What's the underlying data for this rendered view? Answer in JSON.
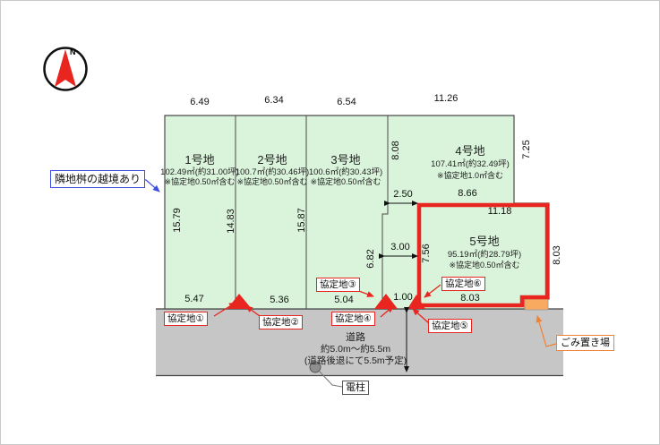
{
  "compass": {
    "north_label": "N"
  },
  "plots": [
    {
      "name": "1号地",
      "area": "102.49㎡(約31.00坪)",
      "note": "※協定地0.50㎡含む",
      "dim_top": "6.49",
      "dim_bottom": "5.47",
      "dim_left": "15.79"
    },
    {
      "name": "2号地",
      "area": "100.7㎡(約30.46坪)",
      "note": "※協定地0.50㎡含む",
      "dim_top": "6.34",
      "dim_bottom": "5.36",
      "dim_left": "14.83"
    },
    {
      "name": "3号地",
      "area": "100.6㎡(約30.43坪)",
      "note": "※協定地0.50㎡含む",
      "dim_top": "6.54",
      "dim_bottom": "5.04",
      "dim_left": "15.87"
    },
    {
      "name": "4号地",
      "area": "107.41㎡(約32.49坪)",
      "note": "※協定地1.0㎡含む",
      "dim_top": "11.26",
      "dim_bottom": "8.66",
      "dim_left": "8.08",
      "dim_right": "7.25"
    },
    {
      "name": "5号地",
      "area": "95.19㎡(約28.79坪)",
      "note": "※協定地0.50㎡含む",
      "dim_top": "11.18",
      "dim_bottom": "8.03",
      "dim_left": "7.56",
      "dim_right": "8.03"
    }
  ],
  "dimensions": {
    "offset_upper": "2.50",
    "offset_lower": "3.00",
    "strip_height": "6.82",
    "corner_width": "1.00"
  },
  "agreements": [
    {
      "label": "協定地①"
    },
    {
      "label": "協定地②"
    },
    {
      "label": "協定地③"
    },
    {
      "label": "協定地④"
    },
    {
      "label": "協定地⑤"
    },
    {
      "label": "協定地⑥"
    }
  ],
  "road": {
    "label": "道路",
    "width": "約5.0m～約5.5m",
    "note": "(道路後退にて5.5m予定)"
  },
  "callouts": {
    "neighbor": "隣地桝の越境あり",
    "pole": "電柱",
    "garbage": "ごみ置き場"
  },
  "colors": {
    "plot_fill": "#d9f4da",
    "highlight_red": "#e8251f",
    "road_gray": "#c6c6c6",
    "garbage_orange": "#f7aa60",
    "callout_blue": "#3b4ede",
    "callout_orange": "#f08232"
  }
}
